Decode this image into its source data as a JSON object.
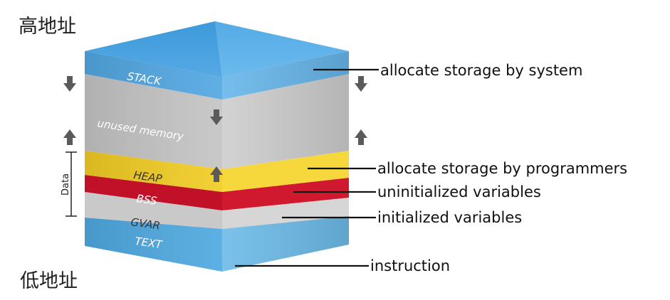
{
  "labels": {
    "high_address": "高地址",
    "low_address": "低地址",
    "data_bracket": "Data"
  },
  "segments": {
    "stack": "STACK",
    "unused": "unused memory",
    "heap": "HEAP",
    "bss": "BSS",
    "gvar": "GVAR",
    "text": "TEXT"
  },
  "annotations": {
    "stack": "allocate storage by system",
    "heap": "allocate storage by programmers",
    "bss": "uninitialized variables",
    "gvar": "initialized variables",
    "text": "instruction"
  },
  "colors": {
    "stack_blue": "#5aaee6",
    "unused_gray": "#c8c8c8",
    "heap_yellow": "#f2cf2a",
    "bss_red": "#c8142a",
    "gvar_gray": "#cfcfcf",
    "text_blue": "#5ab0e4"
  },
  "icons": [
    "arrow-down-icon",
    "arrow-up-icon"
  ]
}
